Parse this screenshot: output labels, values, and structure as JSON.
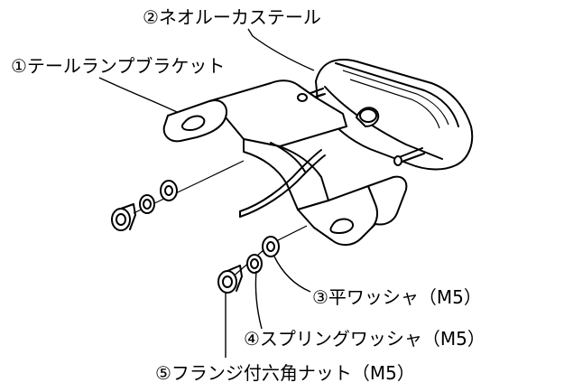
{
  "labels": {
    "part2": "②ネオルーカステール",
    "part1": "①テールランプブラケット",
    "part3": "③平ワッシャ（M5）",
    "part4": "④スプリングワッシャ（M5）",
    "part5": "⑤フランジ付六角ナット（M5）"
  }
}
